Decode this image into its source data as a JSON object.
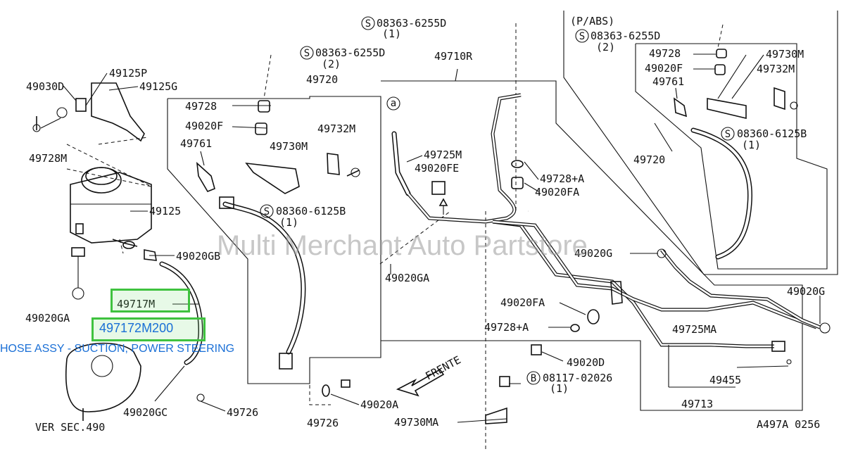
{
  "watermark": "Multi Merchant Auto Partstore",
  "highlight": {
    "part_number": "497172M200",
    "description": "HOSE ASSY - SUCTION, POWER STEERING",
    "color": "#3fc23f",
    "text_color": "#1a6fd6"
  },
  "labels": {
    "bolt_top_center": "08363-6255D",
    "bolt_top_center_qty": "(1)",
    "bolt_left_group": "08363-6255D",
    "bolt_left_group_qty": "(2)",
    "abs_group": "(P/ABS)",
    "bolt_abs": "08363-6255D",
    "bolt_abs_qty": "(2)",
    "p49710R": "49710R",
    "p49720_left": "49720",
    "p49720_right": "49720",
    "p49125P": "49125P",
    "p49125G": "49125G",
    "p49030D": "49030D",
    "p49728M": "49728M",
    "p49125": "49125",
    "p49728_left": "49728",
    "p49020F_left": "49020F",
    "p49761_left": "49761",
    "p49730M_left": "49730M",
    "p49732M_left": "49732M",
    "bolt_49730": "08360-6125B",
    "bolt_49730_qty": "(1)",
    "p49728_abs": "49728",
    "p49020F_abs": "49020F",
    "p49761_abs": "49761",
    "p49730M_abs": "49730M",
    "p49732M_abs": "49732M",
    "bolt_abs_2": "08360-6125B",
    "bolt_abs_2_qty": "(1)",
    "p49725M": "49725M",
    "p49020FE": "49020FE",
    "p49728A_top": "49728+A",
    "p49020FA_top": "49020FA",
    "p49020GB": "49020GB",
    "p49020GA_left": "49020GA",
    "p49020GA_mid": "49020GA",
    "p49717M": "49717M",
    "p49020G_mid": "49020G",
    "p49020G_right": "49020G",
    "p49020FA_mid": "49020FA",
    "p49728A_mid": "49728+A",
    "p49725MA": "49725MA",
    "p49020D": "49020D",
    "bolt_b": "08117-02026",
    "bolt_b_qty": "(1)",
    "p49455": "49455",
    "p49713": "49713",
    "p49020GC": "49020GC",
    "p49726_left": "49726",
    "p49726_mid": "49726",
    "p49020A": "49020A",
    "p49730MA": "49730MA",
    "frente": "FRENTE",
    "ver_sec": "VER SEC.490",
    "ref_code": "A497A 0256",
    "marker_s": "S",
    "marker_b": "B",
    "marker_a": "a"
  }
}
